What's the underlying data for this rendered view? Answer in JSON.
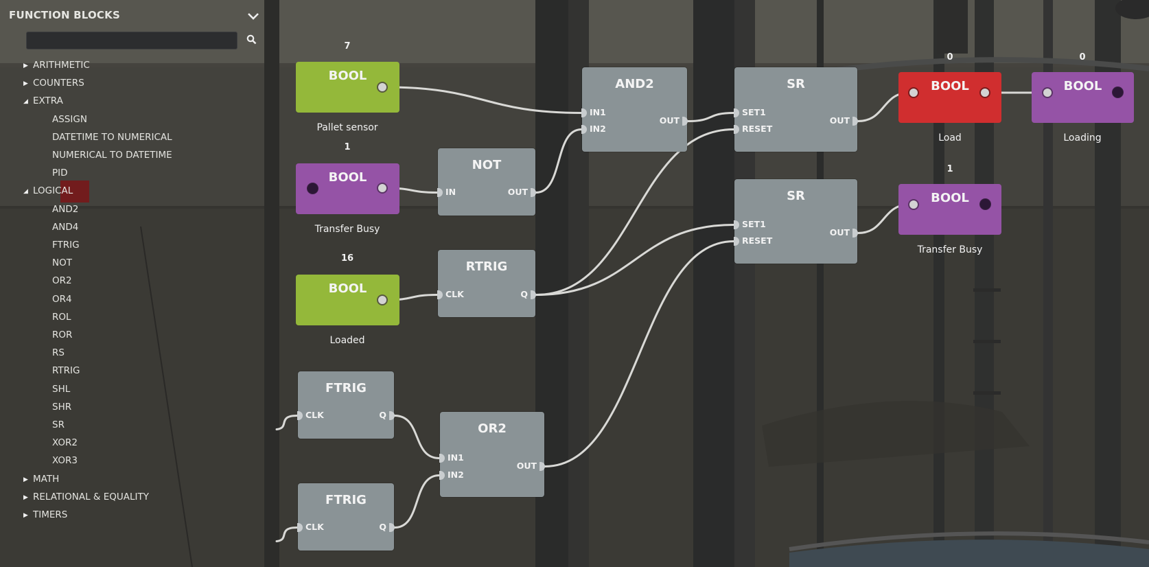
{
  "sidebar": {
    "title": "FUNCTION BLOCKS",
    "collapse_icon": "chevron-down-icon",
    "search": {
      "value": "",
      "placeholder": "",
      "icon": "search-icon"
    },
    "tree": [
      {
        "label": "ARITHMETIC",
        "expanded": false,
        "children": []
      },
      {
        "label": "COUNTERS",
        "expanded": false,
        "children": []
      },
      {
        "label": "EXTRA",
        "expanded": true,
        "children": [
          "ASSIGN",
          "DATETIME TO NUMERICAL",
          "NUMERICAL TO DATETIME",
          "PID"
        ]
      },
      {
        "label": "LOGICAL",
        "expanded": true,
        "children": [
          "AND2",
          "AND4",
          "FTRIG",
          "NOT",
          "OR2",
          "OR4",
          "ROL",
          "ROR",
          "RS",
          "RTRIG",
          "SHL",
          "SHR",
          "SR",
          "XOR2",
          "XOR3"
        ]
      },
      {
        "label": "MATH",
        "expanded": false,
        "children": []
      },
      {
        "label": "RELATIONAL & EQUALITY",
        "expanded": false,
        "children": []
      },
      {
        "label": "TIMERS",
        "expanded": false,
        "children": []
      }
    ]
  },
  "colors": {
    "input_var": "#94b83a",
    "output_var": "#9553a6",
    "active_var": "#d02e2f",
    "function_block": "#8a9396",
    "wire": "#d9d9d6"
  },
  "variables": {
    "pallet_sensor": {
      "type": "BOOL",
      "value": "7",
      "label": "Pallet sensor",
      "kind": "input"
    },
    "transfer_busy_in": {
      "type": "BOOL",
      "value": "1",
      "label": "Transfer Busy",
      "kind": "output"
    },
    "loaded": {
      "type": "BOOL",
      "value": "16",
      "label": "Loaded",
      "kind": "input"
    },
    "load": {
      "type": "BOOL",
      "value": "0",
      "label": "Load",
      "kind": "active"
    },
    "loading": {
      "type": "BOOL",
      "value": "0",
      "label": "Loading",
      "kind": "output"
    },
    "transfer_busy_out": {
      "type": "BOOL",
      "value": "1",
      "label": "Transfer Busy",
      "kind": "output"
    }
  },
  "blocks": {
    "not": {
      "title": "NOT",
      "inputs": [
        "IN"
      ],
      "outputs": [
        "OUT"
      ]
    },
    "rtrig": {
      "title": "RTRIG",
      "inputs": [
        "CLK"
      ],
      "outputs": [
        "Q"
      ]
    },
    "ftrig1": {
      "title": "FTRIG",
      "inputs": [
        "CLK"
      ],
      "outputs": [
        "Q"
      ]
    },
    "ftrig2": {
      "title": "FTRIG",
      "inputs": [
        "CLK"
      ],
      "outputs": [
        "Q"
      ]
    },
    "or2": {
      "title": "OR2",
      "inputs": [
        "IN1",
        "IN2"
      ],
      "outputs": [
        "OUT"
      ]
    },
    "and2": {
      "title": "AND2",
      "inputs": [
        "IN1",
        "IN2"
      ],
      "outputs": [
        "OUT"
      ]
    },
    "sr1": {
      "title": "SR",
      "inputs": [
        "SET1",
        "RESET"
      ],
      "outputs": [
        "OUT"
      ]
    },
    "sr2": {
      "title": "SR",
      "inputs": [
        "SET1",
        "RESET"
      ],
      "outputs": [
        "OUT"
      ]
    }
  },
  "connections": [
    {
      "from": "pallet_sensor.out",
      "to": "and2.IN1"
    },
    {
      "from": "transfer_busy_in.out",
      "to": "not.IN"
    },
    {
      "from": "not.OUT",
      "to": "and2.IN2"
    },
    {
      "from": "loaded.out",
      "to": "rtrig.CLK"
    },
    {
      "from": "rtrig.Q",
      "to": "sr1.RESET"
    },
    {
      "from": "rtrig.Q",
      "to": "sr2.SET1"
    },
    {
      "from": "ftrig1.Q",
      "to": "or2.IN1"
    },
    {
      "from": "ftrig2.Q",
      "to": "or2.IN2"
    },
    {
      "from": "or2.OUT",
      "to": "sr2.RESET"
    },
    {
      "from": "and2.OUT",
      "to": "sr1.SET1"
    },
    {
      "from": "sr1.OUT",
      "to": "load.in"
    },
    {
      "from": "load.out",
      "to": "loading.in"
    },
    {
      "from": "sr2.OUT",
      "to": "transfer_busy_out.in"
    }
  ]
}
